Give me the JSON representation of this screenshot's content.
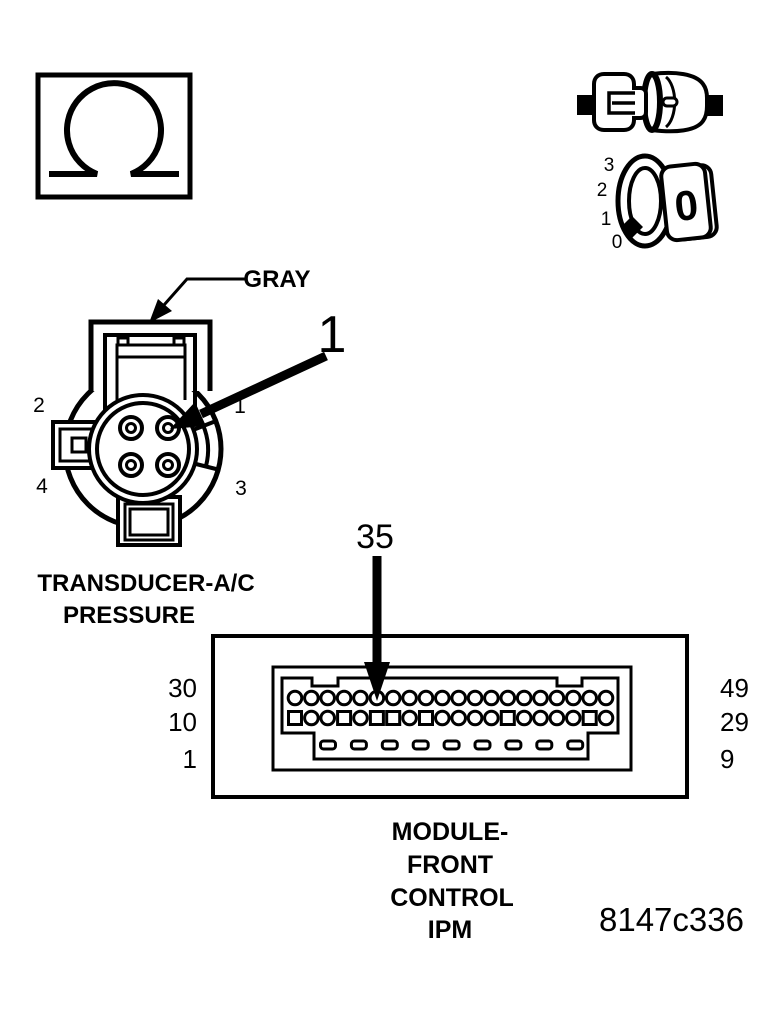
{
  "figure": {
    "id": "8147c336"
  },
  "icons": {
    "resistance_symbol": "omega-ohmmeter",
    "connector_pair": "disconnected-connector",
    "ignition": {
      "positions": [
        "3",
        "2",
        "1",
        "0"
      ],
      "key_face": "0"
    }
  },
  "transducer": {
    "name_line1": "TRANSDUCER-A/C",
    "name_line2": "PRESSURE",
    "connector_color": "GRAY",
    "pins": {
      "top_left": "2",
      "top_right": "1",
      "bottom_left": "4",
      "bottom_right": "3"
    },
    "callout_pin": "1"
  },
  "module": {
    "name_lines": [
      "MODULE-",
      "FRONT",
      "CONTROL",
      "IPM"
    ],
    "callout_pin": "35",
    "left_labels": [
      "30",
      "10",
      "1"
    ],
    "right_labels": [
      "49",
      "29",
      "9"
    ],
    "pin_rows": {
      "top_count": 20,
      "middle_count": 20,
      "middle_square_positions": [
        1,
        4,
        6,
        7,
        9,
        14,
        19
      ],
      "bottom_count": 9
    }
  },
  "colors": {
    "line": "#000000",
    "background": "#ffffff"
  }
}
